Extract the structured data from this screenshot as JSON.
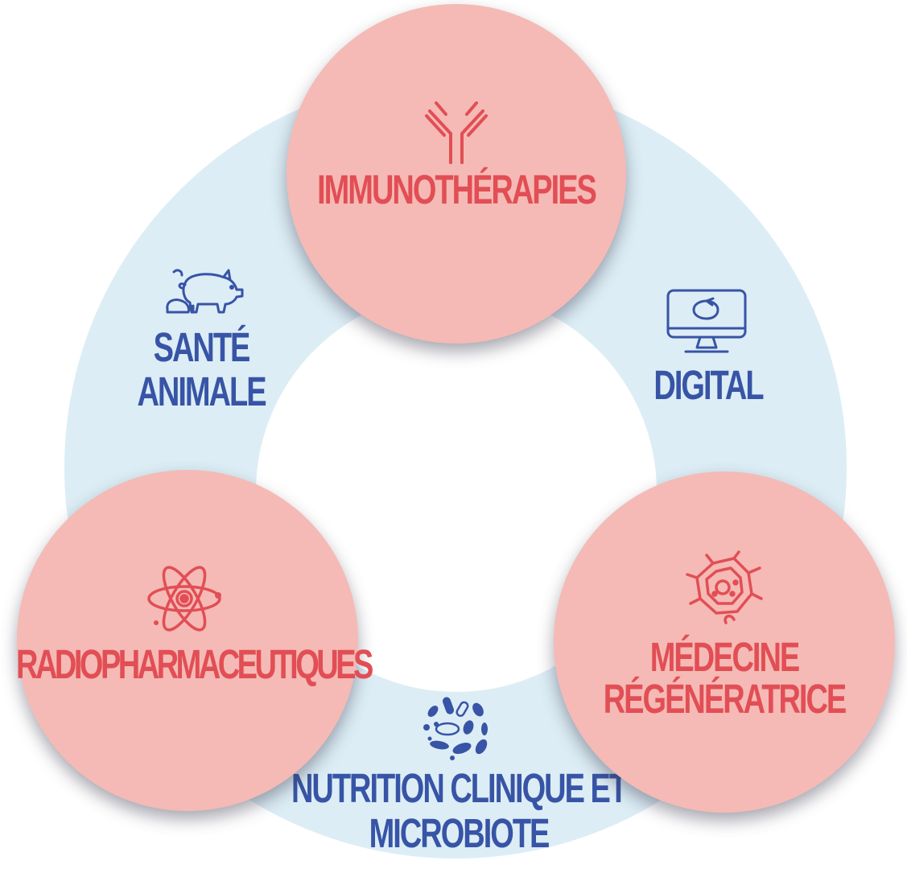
{
  "colors": {
    "ring": "#dcedf5",
    "node_fill": "#f5bab5",
    "accent_red": "#e24e55",
    "accent_blue": "#3754a6"
  },
  "nodes": {
    "immunotherapies": {
      "label": "IMMUNOTHÉRAPIES",
      "icon": "antibody-icon"
    },
    "radiopharmaceutiques": {
      "label": "RADIOPHARMACEUTIQUES",
      "icon": "atom-icon"
    },
    "medecine": {
      "label_line1": "MÉDECINE",
      "label_line2": "RÉGÉNÉRATRICE",
      "icon": "cell-icon"
    }
  },
  "segments": {
    "sante_animale": {
      "label_line1": "SANTÉ",
      "label_line2": "ANIMALE",
      "icon": "pig-icon"
    },
    "digital": {
      "label": "DIGITAL",
      "icon": "monitor-icon"
    },
    "nutrition": {
      "label_line1": "NUTRITION CLINIQUE ET",
      "label_line2": "MICROBIOTE",
      "icon": "bacteria-icon"
    }
  }
}
